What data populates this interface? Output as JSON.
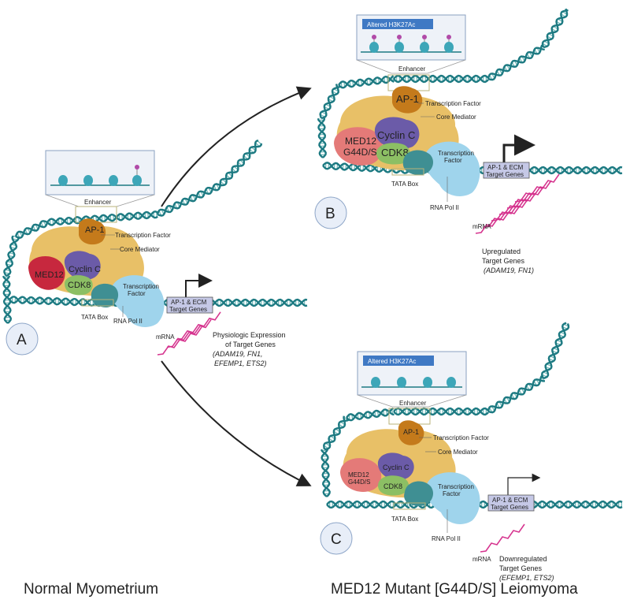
{
  "panels": {
    "A": {
      "circle_label": "A",
      "banner": "",
      "enhancer": "Enhancer",
      "ap1": "AP-1",
      "transcription_factor": "Transcription Factor",
      "core_mediator": "Core Mediator",
      "med12": "MED12",
      "cyclin": "Cyclin C",
      "cdk8": "CDK8",
      "tf_lower_line1": "Transcription",
      "tf_lower_line2": "Factor",
      "tata": "TATA Box",
      "polii": "RNA Pol II",
      "target_line1": "AP-1 & ECM",
      "target_line2": "Target Genes",
      "mrna": "mRNA",
      "result_line1": "Physiologic Expression",
      "result_line2": "of Target Genes",
      "result_line3": "(ADAM19, FN1,",
      "result_line4": "EFEMP1, ETS2)"
    },
    "B": {
      "circle_label": "B",
      "banner": "Altered H3K27Ac",
      "enhancer": "Enhancer",
      "ap1": "AP-1",
      "transcription_factor": "Transcription Factor",
      "core_mediator": "Core Mediator",
      "med12_line1": "MED12",
      "med12_line2": "G44D/S",
      "cyclin": "Cyclin C",
      "cdk8": "CDK8",
      "tf_lower_line1": "Transcription",
      "tf_lower_line2": "Factor",
      "tata": "TATA Box",
      "polii": "RNA Pol II",
      "target_line1": "AP-1 & ECM",
      "target_line2": "Target Genes",
      "mrna": "mRNA",
      "result_line1": "Upregulated",
      "result_line2": "Target Genes",
      "result_line3": "(ADAM19, FN1)"
    },
    "C": {
      "circle_label": "C",
      "banner": "Altered H3K27Ac",
      "enhancer": "Enhancer",
      "ap1": "AP-1",
      "transcription_factor": "Transcription Factor",
      "core_mediator": "Core Mediator",
      "med12_line1": "MED12",
      "med12_line2": "G44D/S",
      "cyclin": "Cyclin C",
      "cdk8": "CDK8",
      "tf_lower_line1": "Transcription",
      "tf_lower_line2": "Factor",
      "tata": "TATA Box",
      "polii": "RNA Pol II",
      "target_line1": "AP-1 & ECM",
      "target_line2": "Target Genes",
      "mrna": "mRNA",
      "result_line1": "Downregulated",
      "result_line2": "Target Genes",
      "result_line3": "(EFEMP1, ETS2)"
    }
  },
  "captions": {
    "left": "Normal Myometrium",
    "right": "MED12 Mutant [G44D/S] Leiomyoma"
  },
  "colors": {
    "dna": "#1d7a82",
    "dna_rung": "#6fb8b8",
    "mediator": "#e8c067",
    "ap1": "#c47a1b",
    "med12_normal": "#c7283e",
    "med12_mutant": "#e47a78",
    "cyclin": "#6b5ba8",
    "cdk8": "#8cbf64",
    "tf": "#3f8f93",
    "polii": "#9fd4ec",
    "mrna": "#d6358f",
    "banner": "#3f79c4",
    "target_box": "#c5c8e6"
  }
}
